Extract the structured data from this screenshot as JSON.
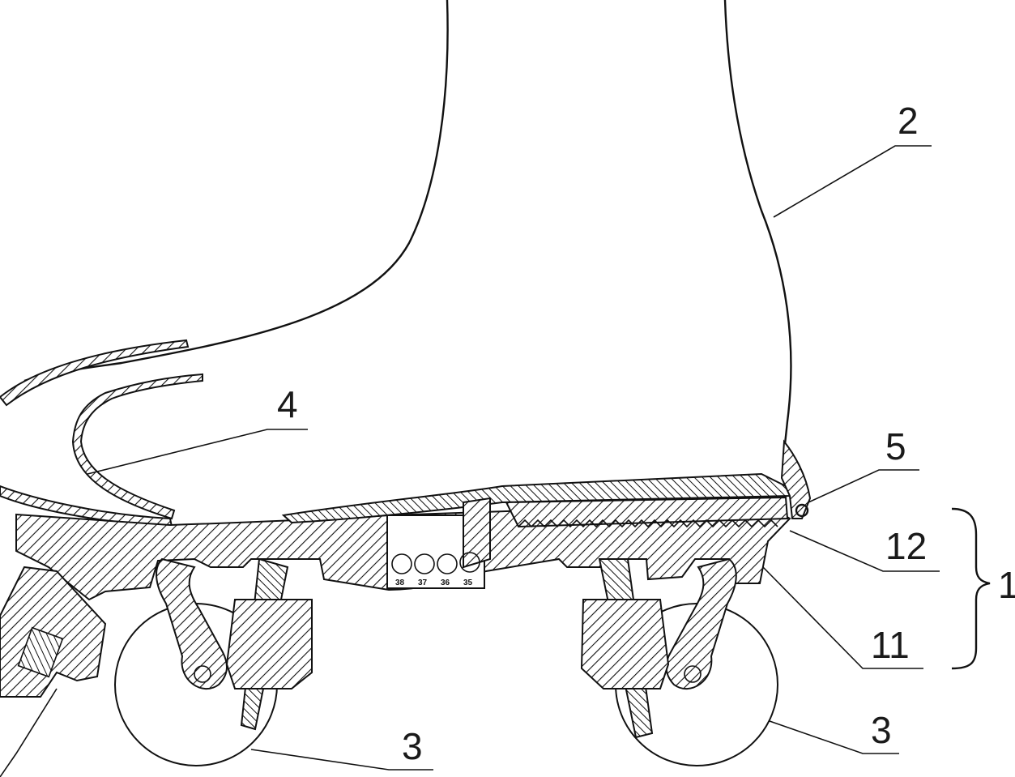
{
  "figure": {
    "labels": {
      "label_2": "2",
      "label_4": "4",
      "label_5": "5",
      "label_12": "12",
      "label_1": "1",
      "label_11": "11",
      "label_3_left": "3",
      "label_3_right": "3"
    },
    "sensor_numbers": [
      "38",
      "37",
      "36",
      "35"
    ]
  },
  "colors": {
    "line": "#111111",
    "background": "#ffffff"
  }
}
